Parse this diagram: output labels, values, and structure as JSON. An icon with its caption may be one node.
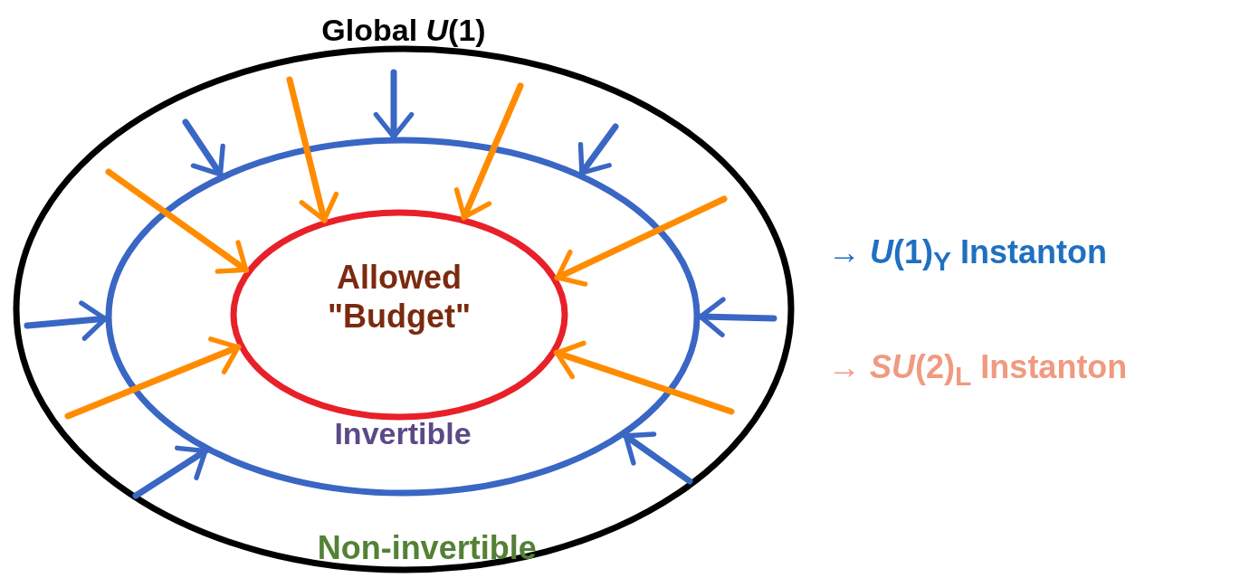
{
  "diagram": {
    "nodes": [
      {
        "text": [
          "Global *U*(1)",
          "Non-invertible"
        ]
      },
      {
        "text": [
          "Invertible"
        ],
        "in": 0
      },
      {
        "text": [
          "Allowed \"Budget\""
        ],
        "in": 1
      }
    ],
    "edges": [
      {
        "from": null,
        "to": 1,
        "arrow": "to"
      },
      {
        "from": null,
        "to": 1,
        "arrow": "to"
      },
      {
        "from": null,
        "to": 1,
        "arrow": "to"
      },
      {
        "from": null,
        "to": 1,
        "arrow": "to"
      },
      {
        "from": null,
        "to": 1,
        "arrow": "to"
      },
      {
        "from": null,
        "to": 1,
        "arrow": "to"
      },
      {
        "from": null,
        "to": 1,
        "arrow": "to"
      },
      {
        "from": null,
        "to": 2,
        "arrow": "to",
        "color": "#ff8c00"
      },
      {
        "from": null,
        "to": 2,
        "arrow": "to",
        "color": "#ff8c00"
      },
      {
        "from": null,
        "to": 2,
        "arrow": "to",
        "color": "#ff8c00"
      },
      {
        "from": null,
        "to": 2,
        "arrow": "to",
        "color": "#ff8c00"
      },
      {
        "from": null,
        "to": 2,
        "arrow": "to",
        "color": "#ff8c00"
      },
      {
        "from": null,
        "to": 2,
        "arrow": "to",
        "color": "#ff8c00"
      }
    ],
    "legend": [
      {
        "text": "→ *U*(1)$_{Y}$ Instanton",
        "color": "#1f70c0"
      },
      {
        "text": "→ *SU*(2)$_{L}$ Instanton",
        "color": "#f09a80"
      }
    ]
  }
}
